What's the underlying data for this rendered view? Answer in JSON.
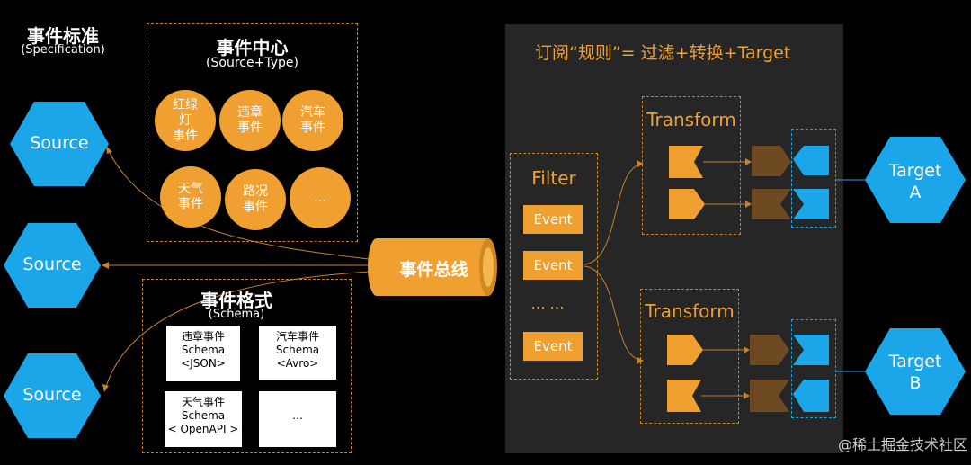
{
  "left_title": {
    "title": "事件标准",
    "subtitle": "(Specification)"
  },
  "sources": [
    "Source",
    "Source",
    "Source"
  ],
  "event_center": {
    "title": "事件中心",
    "subtitle": "(Source+Type)",
    "items": [
      "红绿\n灯\n事件",
      "违章\n事件",
      "汽车\n事件",
      "天气\n事件",
      "路况\n事件",
      "…"
    ]
  },
  "event_format": {
    "title": "事件格式",
    "subtitle": "(Schema)",
    "docs": [
      "违章事件\nSchema\n<JSON>",
      "汽车事件\nSchema\n<Avro>",
      "天气事件\nSchema\n< OpenAPI >",
      "…"
    ]
  },
  "bus": {
    "label": "事件总线"
  },
  "rule_title": "订阅“规则”= 过滤+转换+Target",
  "filter": {
    "title": "Filter",
    "events": [
      "Event",
      "Event",
      "Event"
    ],
    "ellipsis": "… …"
  },
  "transforms": [
    "Transform",
    "Transform"
  ],
  "targets": [
    {
      "line1": "Target",
      "line2": "A"
    },
    {
      "line1": "Target",
      "line2": "B"
    }
  ],
  "watermark": "@稀土掘金技术社区",
  "colors": {
    "accent": "#f0a030",
    "hex_blue": "#1aa6e8",
    "panel": "#262626",
    "brown": "#6e4a22"
  }
}
